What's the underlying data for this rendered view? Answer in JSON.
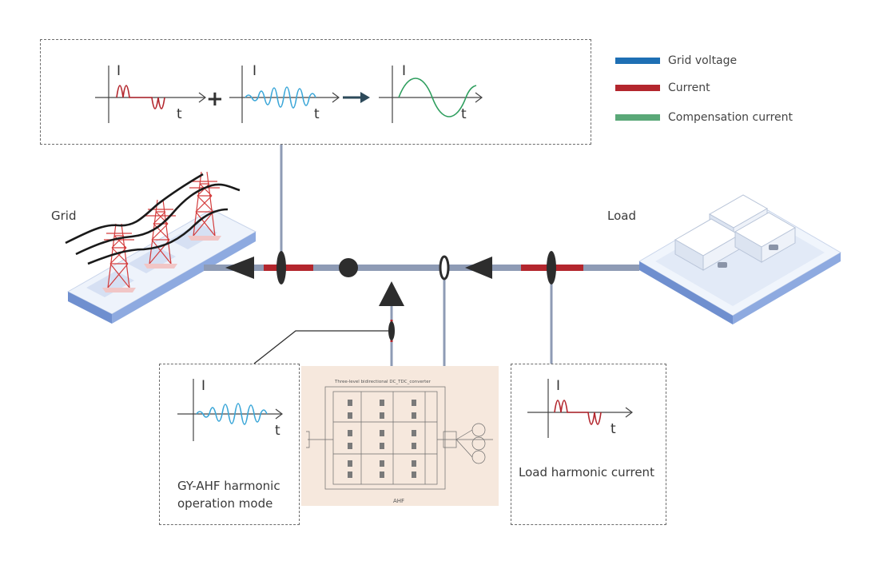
{
  "legend": [
    {
      "label": "Grid voltage",
      "color": "#1e6fb4"
    },
    {
      "label": "Current",
      "color": "#b3262d"
    },
    {
      "label": "Compensation current",
      "color": "#5aa878"
    }
  ],
  "top_panel": {
    "axis_y_label": "I",
    "axis_x_label": "t",
    "plus_sign": "+"
  },
  "labels": {
    "grid": "Grid",
    "load": "Load"
  },
  "ahf_panel": {
    "axis_y_label": "I",
    "axis_x_label": "t",
    "caption_line1": "GY-AHF harmonic",
    "caption_line2": "operation mode"
  },
  "load_panel": {
    "axis_y_label": "I",
    "axis_x_label": "t",
    "caption": "Load harmonic current"
  },
  "circuit": {
    "title": "Three-level bidirectional DC_TDC_converter",
    "footer": "AHF"
  },
  "colors": {
    "bus": "#8e9bb5",
    "current": "#b3262d",
    "harmonic": "#3aa6d8",
    "compensation": "#2e9e5e",
    "marker": "#2d2d2d"
  }
}
